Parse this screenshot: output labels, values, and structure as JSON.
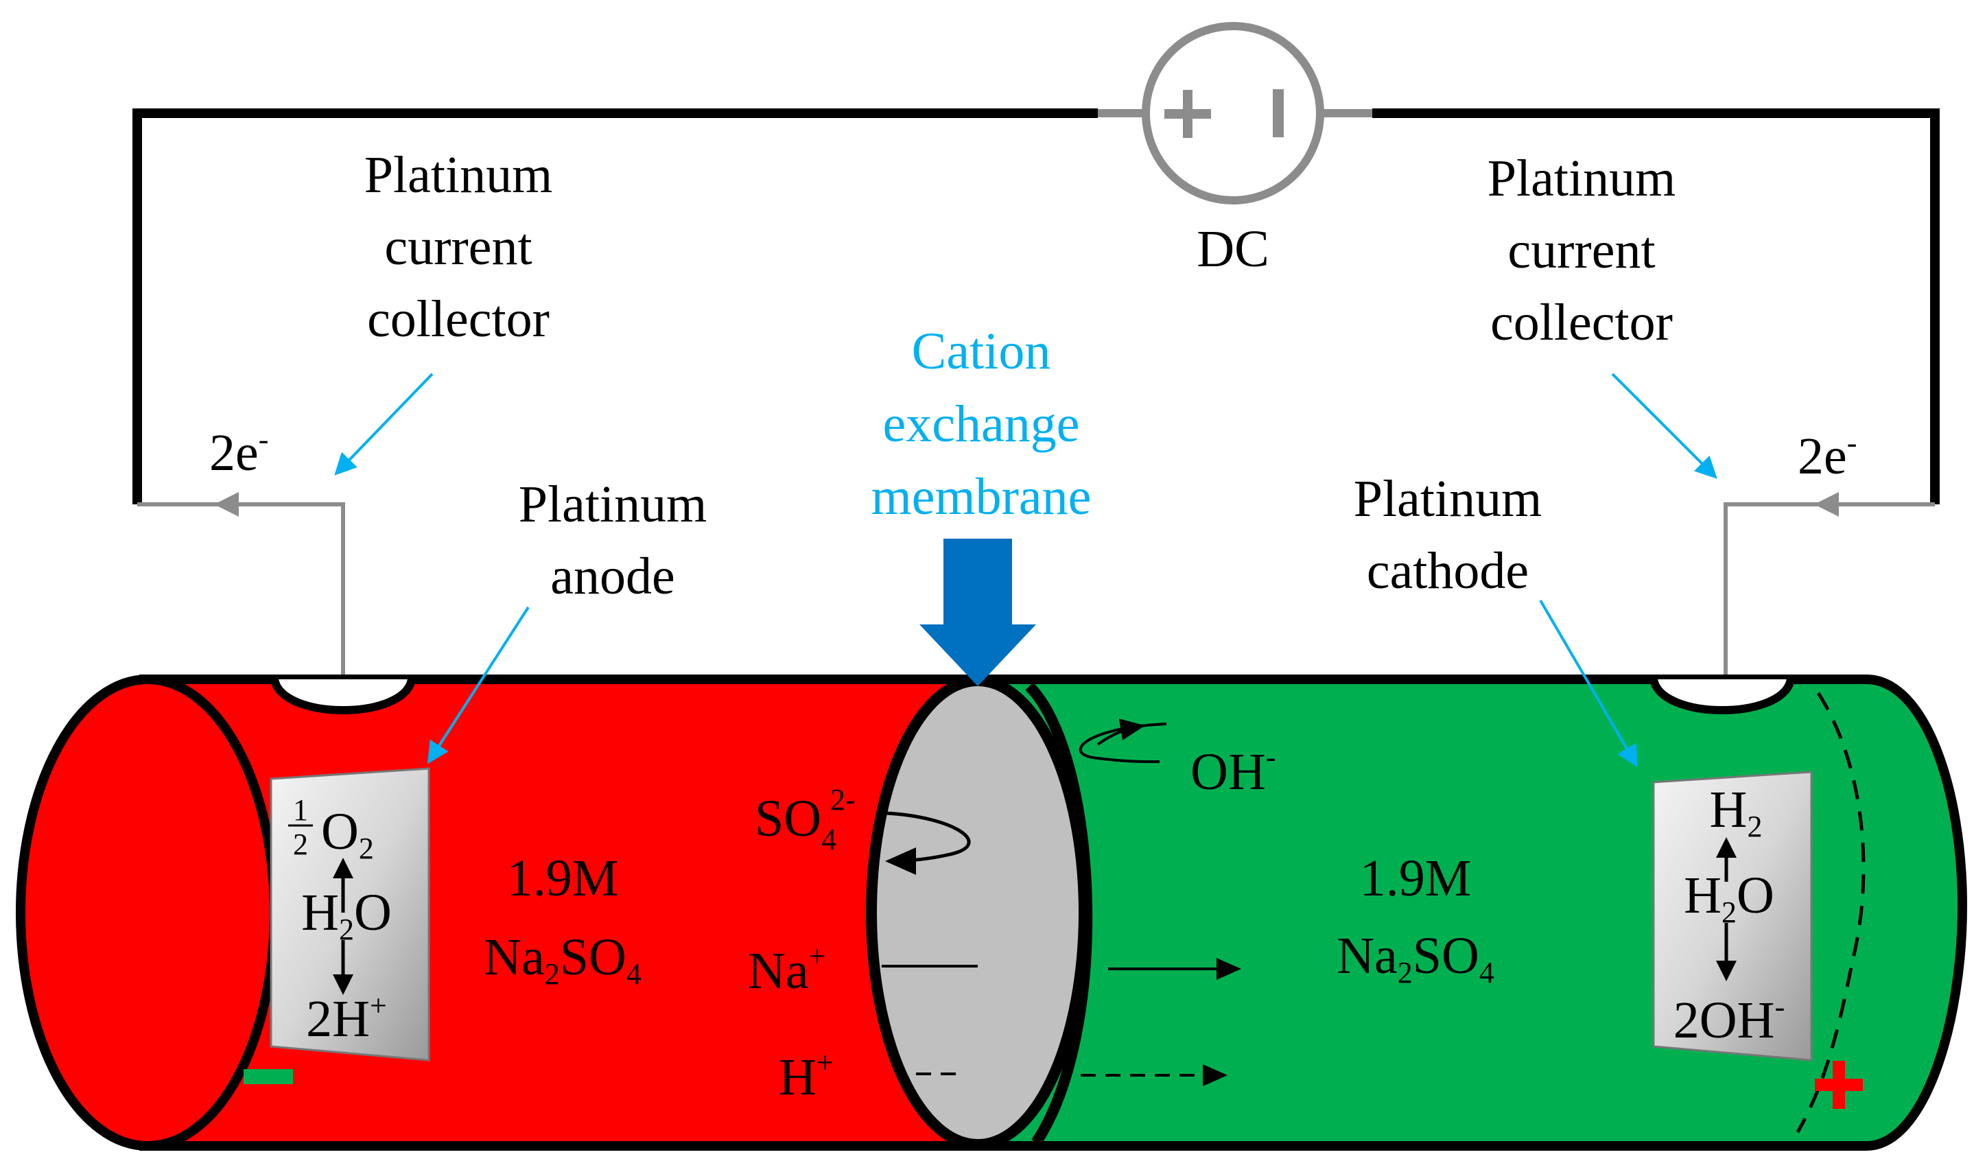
{
  "power": {
    "label": "DC",
    "plus": "+",
    "minus": "I"
  },
  "left": {
    "collector": [
      "Platinum",
      "current",
      "collector"
    ],
    "electron": {
      "base": "2e",
      "sup": "-"
    },
    "electrode": [
      "Platinum",
      "anode"
    ],
    "reaction": {
      "top_frac": "1/2",
      "top": {
        "base": "O",
        "sub": "2"
      },
      "mid": {
        "base1": "H",
        "sub": "2",
        "base2": "O"
      },
      "bottom": {
        "base": "2H",
        "sup": "+"
      }
    },
    "electrolyte": {
      "conc": "1.9M",
      "na": "Na",
      "sub1": "2",
      "so": "SO",
      "sub2": "4"
    },
    "pole_sign": "−"
  },
  "right": {
    "collector": [
      "Platinum",
      "current",
      "collector"
    ],
    "electron": {
      "base": "2e",
      "sup": "-"
    },
    "electrode": [
      "Platinum",
      "cathode"
    ],
    "reaction": {
      "top": {
        "base": "H",
        "sub": "2"
      },
      "mid": {
        "base1": "H",
        "sub": "2",
        "base2": "O"
      },
      "bottom": {
        "base": "2OH",
        "sup": "-"
      }
    },
    "electrolyte": {
      "conc": "1.9M",
      "na": "Na",
      "sub1": "2",
      "so": "SO",
      "sub2": "4"
    },
    "pole_sign": "+"
  },
  "membrane": {
    "label": [
      "Cation",
      "exchange",
      "membrane"
    ]
  },
  "ions": {
    "sulfate": {
      "base": "SO",
      "sub": "4",
      "sup": "2-"
    },
    "sodium": {
      "base": "Na",
      "sup": "+"
    },
    "proton": {
      "base": "H",
      "sup": "+"
    },
    "hydroxide": {
      "base": "OH",
      "sup": "-"
    }
  },
  "colors": {
    "anolyte": "#ff0000",
    "catholyte": "#00b050",
    "membrane": "#c0c0c0",
    "label_blue": "#00b0f0",
    "arrow_blue": "#0070c0",
    "wire_gray": "#8c8c8c"
  }
}
